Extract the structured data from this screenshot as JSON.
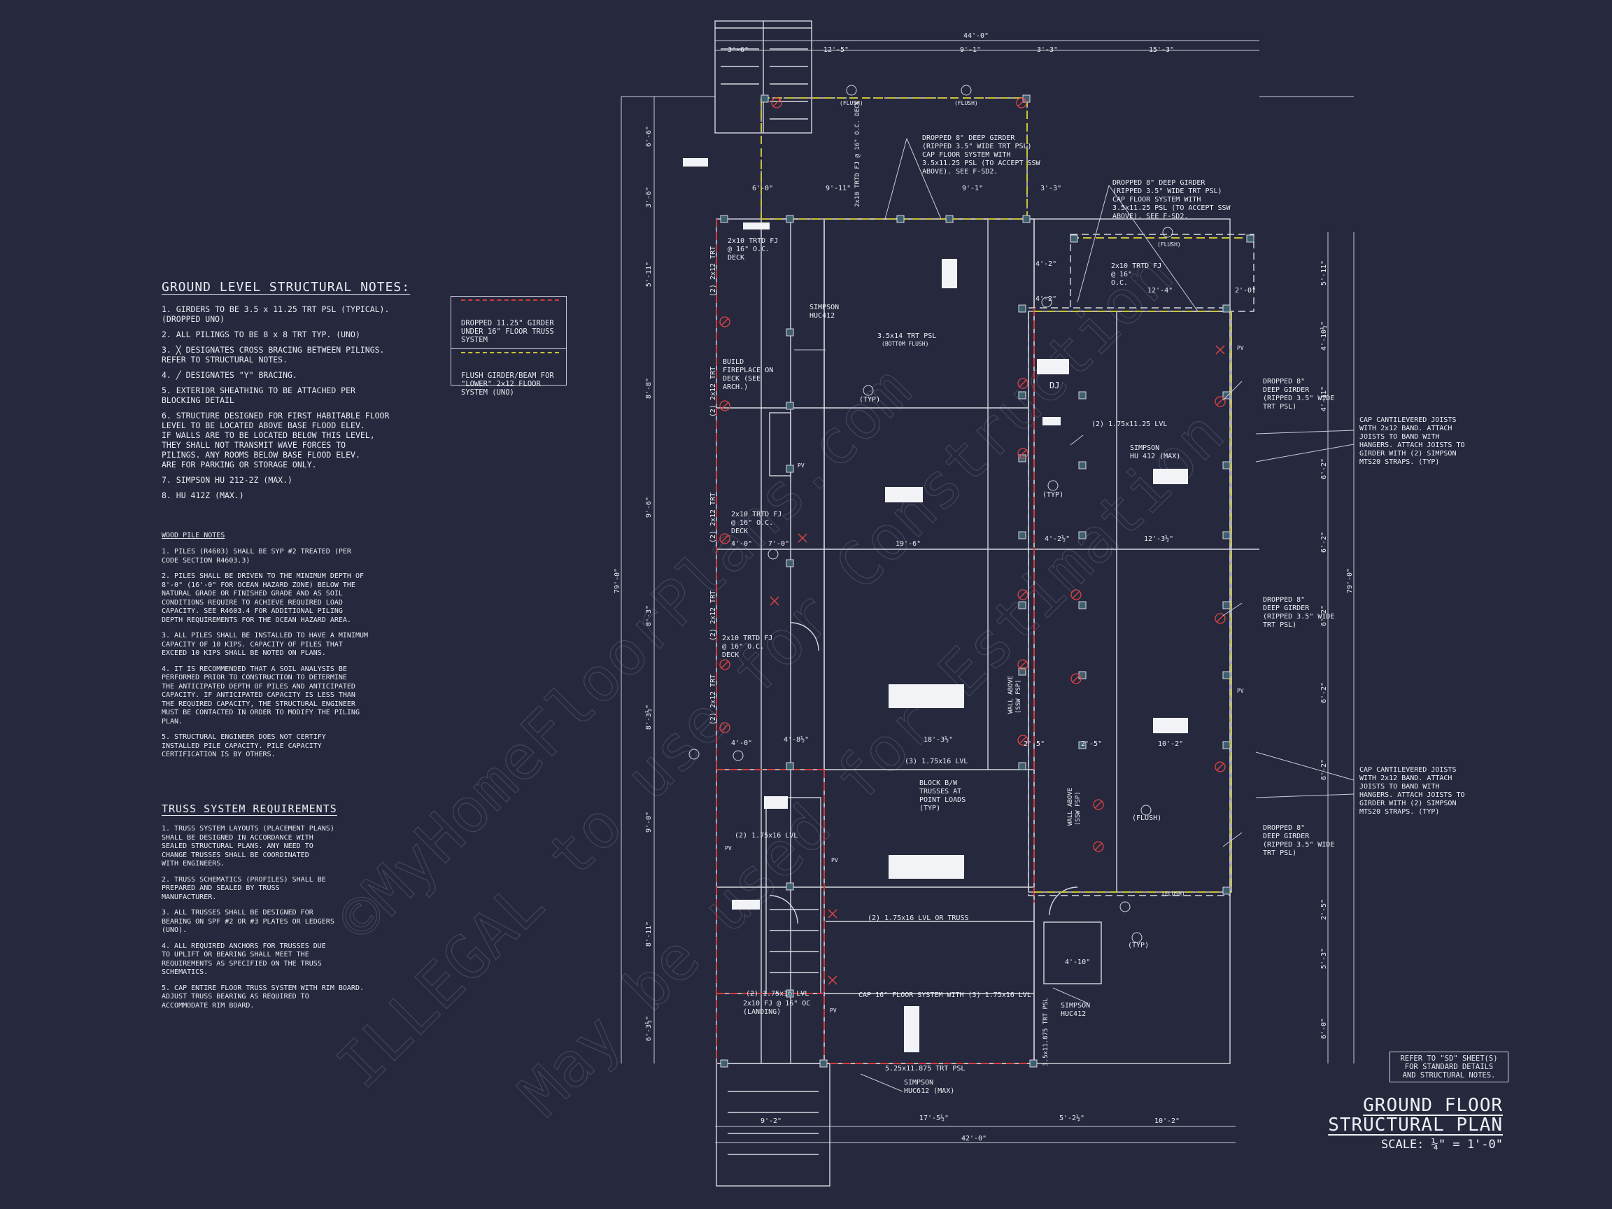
{
  "title_block": {
    "title_line1": "GROUND FLOOR",
    "title_line2": "STRUCTURAL PLAN",
    "scale": "SCALE: ¼\" = 1'-0\""
  },
  "ref_note": "REFER TO \"SD\" SHEET(S)\nFOR STANDARD DETAILS\nAND STRUCTURAL NOTES.",
  "ground_notes": {
    "heading": "GROUND LEVEL STRUCTURAL NOTES:",
    "items": [
      "1.  GIRDERS TO BE 3.5 x 11.25 TRT PSL (TYPICAL).\n     (DROPPED UNO)",
      "2.  ALL PILINGS TO BE 8 x 8 TRT TYP. (UNO)",
      "3.  ╳  DESIGNATES CROSS BRACING BETWEEN PILINGS.\n     REFER TO STRUCTURAL NOTES.",
      "4.  ╱  DESIGNATES \"Y\" BRACING.",
      "5.  EXTERIOR SHEATHING TO BE ATTACHED PER\n     BLOCKING DETAIL",
      "6.  STRUCTURE DESIGNED FOR FIRST HABITABLE FLOOR\n     LEVEL TO BE LOCATED ABOVE BASE FLOOD ELEV.\n     IF WALLS ARE TO BE LOCATED BELOW THIS LEVEL,\n     THEY SHALL NOT TRANSMIT WAVE FORCES TO\n     PILINGS.  ANY ROOMS BELOW BASE FLOOD ELEV.\n     ARE FOR PARKING OR STORAGE ONLY.",
      "7.  SIMPSON HU 212-2Z (MAX.)",
      "8.  HU 412Z (MAX.)"
    ]
  },
  "legend": {
    "items": [
      "DROPPED 11.25\" GIRDER\nUNDER 16\" FLOOR TRUSS\nSYSTEM",
      "FLUSH GIRDER/BEAM FOR\n\"LOWER\" 2x12 FLOOR\nSYSTEM (UNO)"
    ],
    "colors": [
      "#d23b3b",
      "#c8c23a"
    ]
  },
  "wood_pile_notes": {
    "heading": "WOOD PILE NOTES",
    "items": [
      "1. PILES (R4603) SHALL BE SYP #2 TREATED (PER\nCODE SECTION R4603.3)",
      "2. PILES SHALL BE DRIVEN TO THE MINIMUM DEPTH OF\n8'-0\" (16'-0\" FOR OCEAN HAZARD ZONE) BELOW THE\nNATURAL GRADE OR FINISHED GRADE AND AS SOIL\nCONDITIONS REQUIRE TO ACHIEVE REQUIRED LOAD\nCAPACITY. SEE R4603.4 FOR ADDITIONAL PILING\nDEPTH REQUIREMENTS FOR THE OCEAN HAZARD AREA.",
      "3. ALL PILES SHALL BE INSTALLED TO HAVE A MINIMUM\nCAPACITY OF 10 KIPS. CAPACITY OF PILES THAT\nEXCEED 10 KIPS SHALL BE NOTED ON PLANS.",
      "4. IT IS RECOMMENDED THAT A SOIL ANALYSIS BE\nPERFORMED PRIOR TO CONSTRUCTION TO DETERMINE\nTHE ANTICIPATED DEPTH OF PILES AND ANTICIPATED\nCAPACITY. IF ANTICIPATED CAPACITY IS LESS THAN\nTHE REQUIRED CAPACITY, THE STRUCTURAL ENGINEER\nMUST BE CONTACTED IN ORDER TO MODIFY THE PILING\nPLAN.",
      "5. STRUCTURAL ENGINEER DOES NOT CERTIFY\nINSTALLED PILE CAPACITY. PILE CAPACITY\nCERTIFICATION IS BY OTHERS."
    ]
  },
  "truss_notes": {
    "heading": "TRUSS SYSTEM REQUIREMENTS",
    "items": [
      "1. TRUSS SYSTEM LAYOUTS (PLACEMENT PLANS)\nSHALL BE DESIGNED IN ACCORDANCE WITH\nSEALED STRUCTURAL PLANS. ANY NEED TO\nCHANGE TRUSSES SHALL BE COORDINATED\nWITH  ENGINEERS.",
      "2. TRUSS SCHEMATICS (PROFILES) SHALL BE\nPREPARED AND SEALED BY TRUSS\nMANUFACTURER.",
      "3. ALL TRUSSES SHALL BE DESIGNED FOR\nBEARING ON SPF #2 OR #3 PLATES OR LEDGERS\n(UNO).",
      "4. ALL REQUIRED ANCHORS FOR TRUSSES DUE\nTO UPLIFT OR BEARING SHALL MEET THE\nREQUIREMENTS AS SPECIFIED ON THE TRUSS\nSCHEMATICS.",
      "5. CAP ENTIRE FLOOR TRUSS SYSTEM WITH RIM BOARD.\nADJUST TRUSS BEARING AS REQUIRED TO\nACCOMMODATE RIM BOARD."
    ]
  },
  "dimensions": {
    "top_overall": "44'-0\"",
    "top_segments": [
      "3'-6\"",
      "12'-5\"",
      "9'-1\"",
      "3'-3\"",
      "15'-3\""
    ],
    "bottom_overall": "42'-0\"",
    "bottom_segments": [
      "17'-5½\"",
      "5'-2½\"",
      "10'-2\""
    ],
    "bottom_stair": "9'-2\"",
    "left_overall": "79'-0\"",
    "left_segments": [
      "6'-6\"",
      "3'-6\"",
      "5'-11\"",
      "8'-8\"",
      "9'-6\"",
      "8'-3\"",
      "8'-3½\"",
      "9'-0\"",
      "8'-11\"",
      "6'-3½\""
    ],
    "right_overall": "79'-0\"",
    "right_segments": [
      "5'-11\"",
      "4'-10½\"",
      "4'-11\"",
      "6'-2\"",
      "6'-2\"",
      "6'-2\"",
      "6'-2\"",
      "6'-2\"",
      "2'-5\"",
      "5'-3\"",
      "6'-0\""
    ],
    "interior": [
      "6'-0\"",
      "9'-11\"",
      "9'-1\"",
      "3'-3\"",
      "12'-4\"",
      "2'-0\"",
      "4'-2\"",
      "4'-2\"",
      "19'-6\"",
      "4'-0\"",
      "7'-0\"",
      "4'-2½\"",
      "12'-3½\"",
      "4'-0\"",
      "4'-8½\"",
      "18'-3½\"",
      "2'-5\"",
      "2'-5\"",
      "10'-2\"",
      "4'-10\""
    ]
  },
  "annotations": {
    "flush": "(FLUSH)",
    "typ": "(TYP)",
    "girder_top": "DROPPED 8\" DEEP GIRDER\n(RIPPED 3.5\" WIDE TRT PSL)\nCAP FLOOR SYSTEM WITH\n3.5x11.25 PSL (TO ACCEPT SSW\nABOVE). SEE F-SD2.",
    "girder_top2": "DROPPED 8\" DEEP GIRDER\n(RIPPED 3.5\" WIDE TRT PSL)\nCAP FLOOR SYSTEM WITH\n3.5x11.25 PSL (TO ACCEPT SSW\nABOVE). SEE F-SD2.",
    "deck1": "2x10 TRTD FJ\n@ 16\" O.C.\nDECK",
    "deck_vertical": "2x10 TRTD FJ @ 16\" O.C. DECK",
    "deck2": "2x10 TRTD FJ\n@ 16\" O.C.\nDECK",
    "deck3": "2x10 TRTD FJ\n@ 16\" O.C.\nDECK",
    "deck_right": "2x10 TRTD FJ\n@ 16\"\nO.C.",
    "simpson_huc412": "SIMPSON\nHUC412",
    "psl_bottom_flush": "3.5x14 TRT PSL",
    "bottom_flush": "(BOTTOM FLUSH)",
    "fireplace": "BUILD\nFIREPLACE ON\nDECK (SEE\nARCH.)",
    "dj": "DJ",
    "lvl_2": "(2) 1.75x11.25 LVL",
    "simpson_hu412": "SIMPSON\nHU 412 (MAX)",
    "cap_cantilever": "CAP CANTILEVERED JOISTS\nWITH 2x12 BAND. ATTACH\nJOISTS TO BAND WITH\nHANGERS. ATTACH JOISTS TO\nGIRDER WITH (2) SIMPSON\nMTS20 STRAPS. (TYP)",
    "dropped_8": "DROPPED 8\"\nDEEP GIRDER\n(RIPPED 3.5\" WIDE\nTRT PSL)",
    "lvl_3": "(3) 1.75x16 LVL",
    "block_bw": "BLOCK B/W\nTRUSSES AT\nPOINT LOADS\n(TYP)",
    "wall_above_1": "WALL ABOVE\n(SSW FSP)",
    "wall_above_2": "WALL ABOVE\n(SSW FSP)",
    "lvl_2_16": "(2) 1.75x16 LVL",
    "lvl_2_16_truss": "(2) 1.75x16 LVL OR TRUSS",
    "lvl_2_16b": "(2) 1.75x16 LVL",
    "landing": "2x10 FJ @ 16\" OC\n(LANDING)",
    "cap_floor": "CAP 16\" FLOOR SYSTEM WITH (3) 1.75x16 LVL",
    "simpson_huc412b": "SIMPSON\nHUC412",
    "psl_525": "5.25x11.875 TRT PSL",
    "simpson_huc612": "SIMPSON\nHUC612 (MAX)",
    "trt_2x12": "(2) 2x12 TRT",
    "psl_vertical": "3.5x11.875 TRT PSL",
    "pv": "PV"
  },
  "watermark": {
    "line1": "©MyHomeFloorPlans.com",
    "line2": "ILLEGAL to use for Construction",
    "line3": "May be used for Estimation"
  },
  "colors": {
    "background": "#26283d",
    "lines": "#d6d8e0",
    "dropped_girder": "#d23b3b",
    "flush_girder": "#c8c23a",
    "pile_fill": "#3f5f6e",
    "brace": "#e04444"
  }
}
